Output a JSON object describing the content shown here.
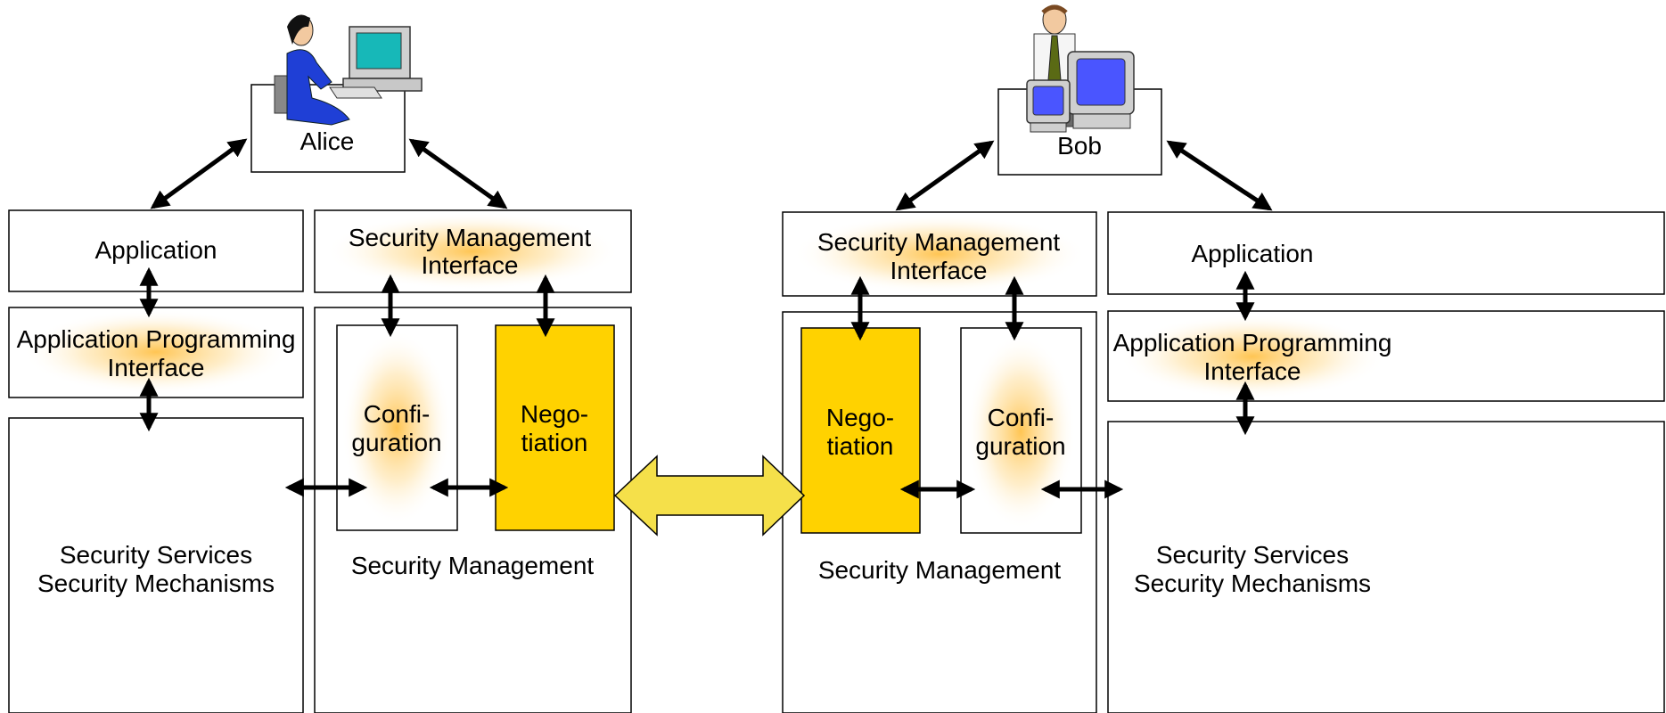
{
  "users": {
    "left": "Alice",
    "right": "Bob"
  },
  "left_side": {
    "application": "Application",
    "api": [
      "Application Programming",
      "Interface"
    ],
    "services": [
      "Security Services",
      "Security Mechanisms"
    ],
    "mgmt_interface": [
      "Security Management",
      "Interface"
    ],
    "configuration": [
      "Confi-",
      "guration"
    ],
    "negotiation": [
      "Nego-",
      "tiation"
    ],
    "mgmt": "Security Management"
  },
  "right_side": {
    "application": "Application",
    "api": [
      "Application Programming",
      "Interface"
    ],
    "services": [
      "Security Services",
      "Security Mechanisms"
    ],
    "mgmt_interface": [
      "Security Management",
      "Interface"
    ],
    "configuration": [
      "Confi-",
      "guration"
    ],
    "negotiation": [
      "Nego-",
      "tiation"
    ],
    "mgmt": "Security Management"
  },
  "colors": {
    "negotiation_fill": "#FFD200",
    "glow": "#FFC24A",
    "link_arrow": "#F5E04A"
  }
}
